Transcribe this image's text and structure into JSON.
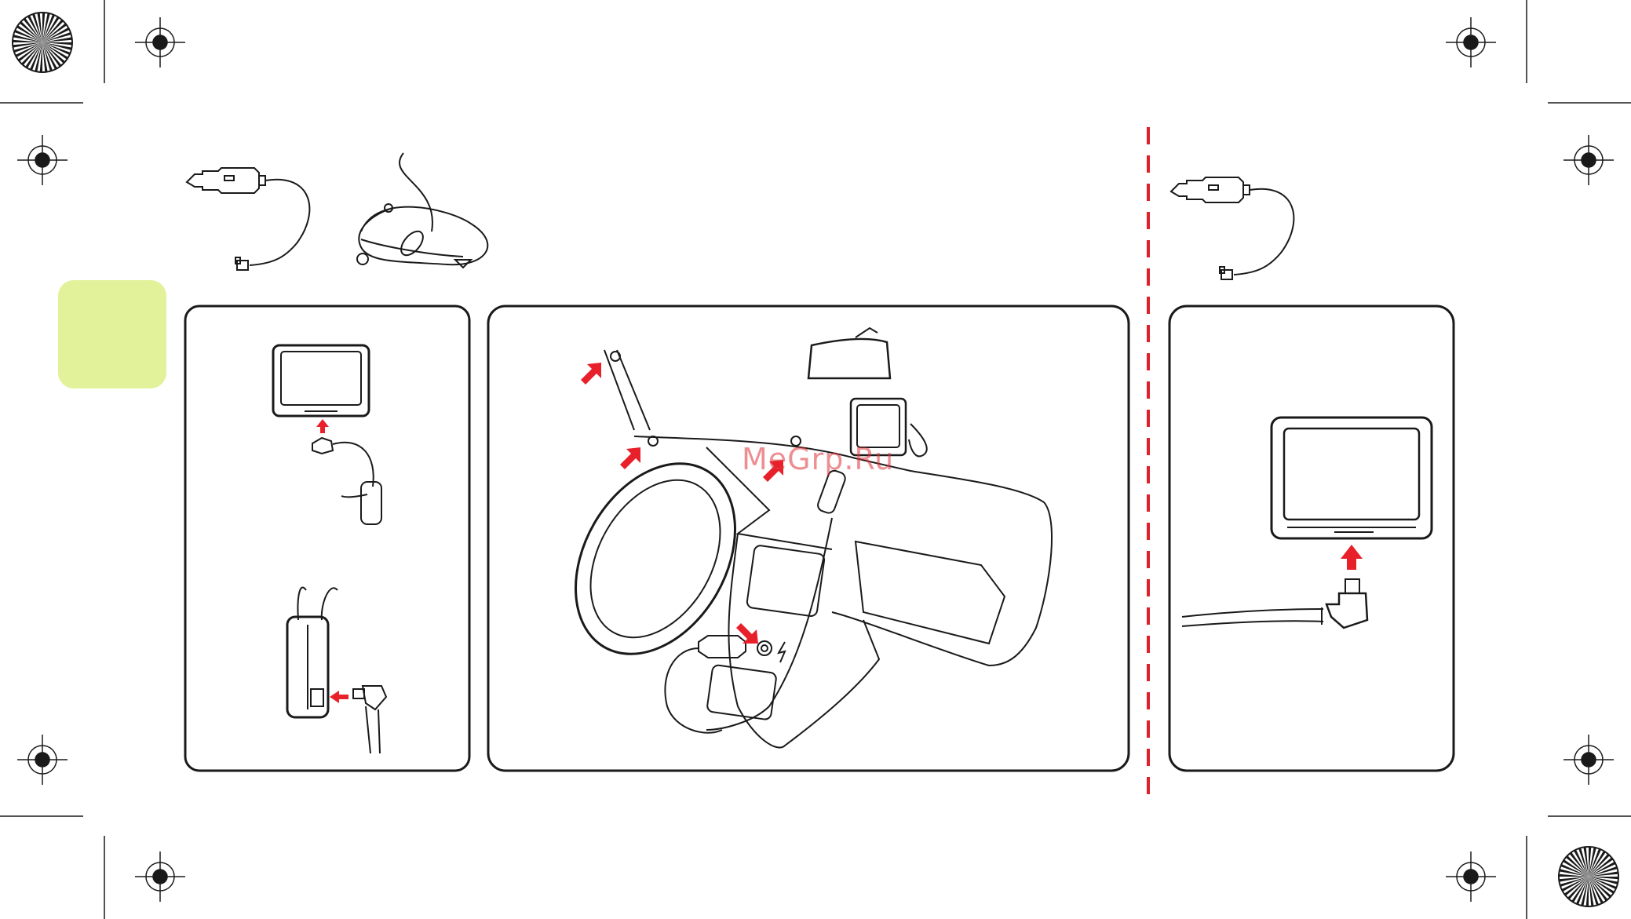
{
  "document": {
    "type": "print-ready installation instruction sheet",
    "watermark": "MeGrp.Ru",
    "colors": {
      "line": "#1a1a1a",
      "accent_arrow": "#e8202a",
      "divider": "#e0202a",
      "tab": "#e2f29a",
      "watermark": "#e0343a"
    },
    "panels": [
      {
        "id": "panel-1",
        "illustration": "device-and-cable-connection"
      },
      {
        "id": "panel-2",
        "illustration": "car-dashboard-mounting"
      },
      {
        "id": "panel-3",
        "illustration": "charger-connection"
      }
    ],
    "accessories": [
      "car-charger-icon",
      "mount-strap-icon",
      "car-charger-icon"
    ],
    "registration_marks": 10,
    "starburst_marks": 2
  }
}
